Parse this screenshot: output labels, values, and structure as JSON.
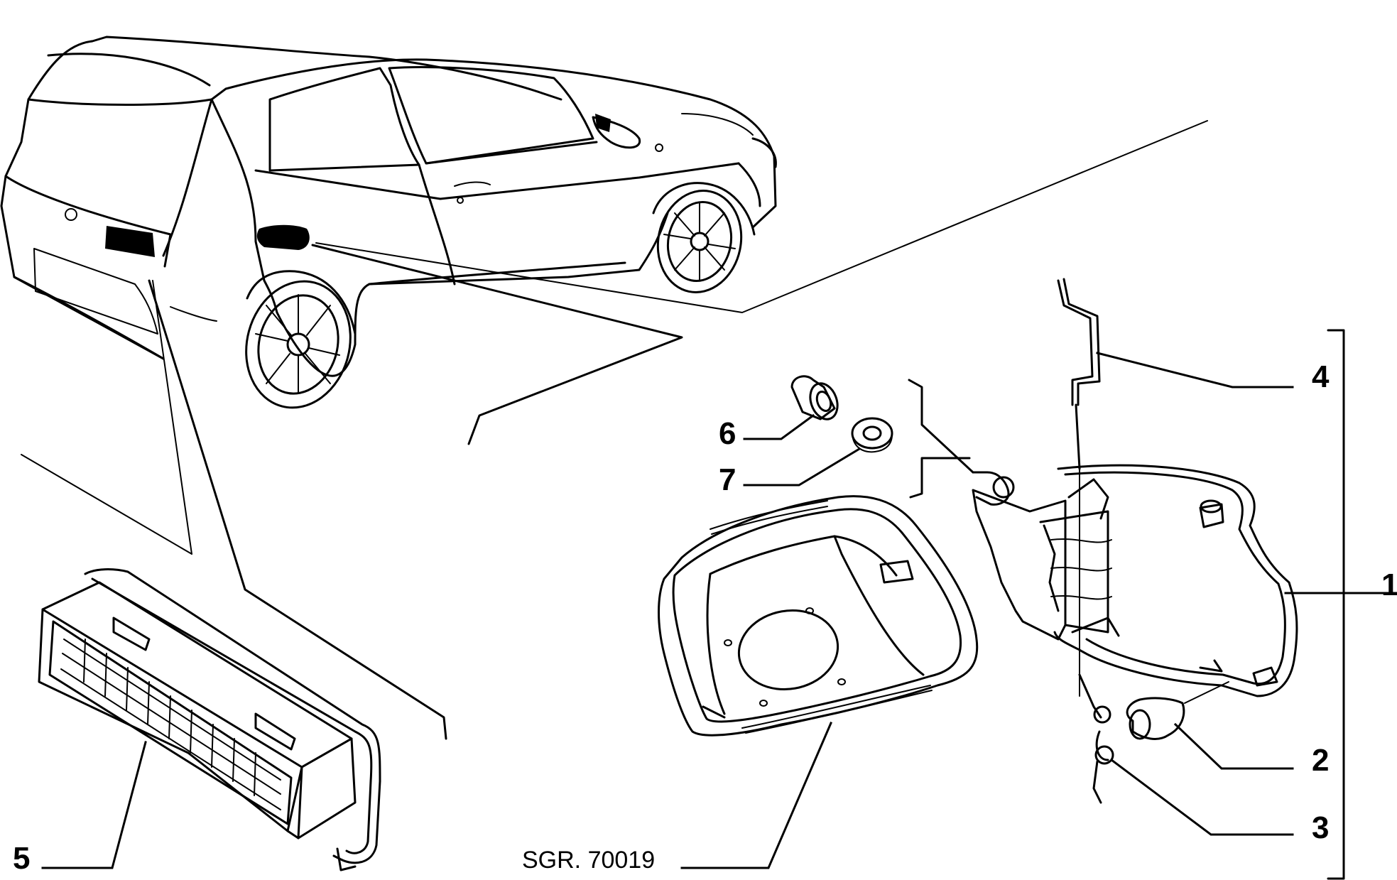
{
  "drawing": {
    "reference": "SGR. 70019",
    "callouts": [
      {
        "id": "1",
        "label": "1"
      },
      {
        "id": "2",
        "label": "2"
      },
      {
        "id": "3",
        "label": "3"
      },
      {
        "id": "4",
        "label": "4"
      },
      {
        "id": "5",
        "label": "5"
      },
      {
        "id": "6",
        "label": "6"
      },
      {
        "id": "7",
        "label": "7"
      }
    ]
  }
}
